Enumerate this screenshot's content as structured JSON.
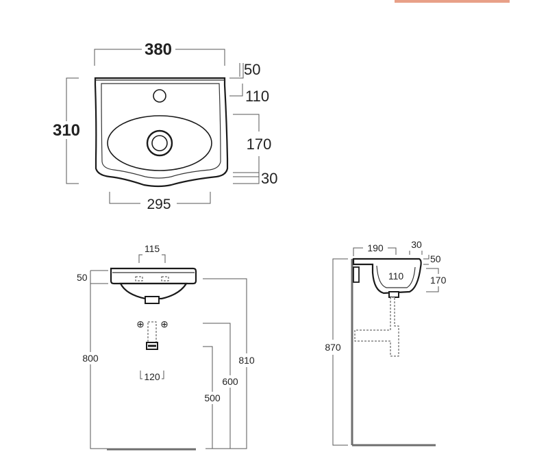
{
  "top_view": {
    "width_overall": "380",
    "depth_overall": "310",
    "width_front": "295",
    "tap_hole_offset": "50",
    "tap_to_bowl": "110",
    "bowl_depth": "170",
    "front_rim": "30"
  },
  "front_view": {
    "waste_spacing": "115",
    "rim_thickness": "50",
    "height_800": "800",
    "height_810": "810",
    "height_600": "600",
    "height_500": "500",
    "trap_width": "120"
  },
  "side_view": {
    "projection": "190",
    "rim_width": "30",
    "rim_thickness": "50",
    "bowl_depth": "170",
    "bowl_inner": "110",
    "height_870": "870"
  },
  "colors": {
    "accent": "#e8a088",
    "line": "#1a1a1a",
    "wall": "#6e6e6e"
  }
}
